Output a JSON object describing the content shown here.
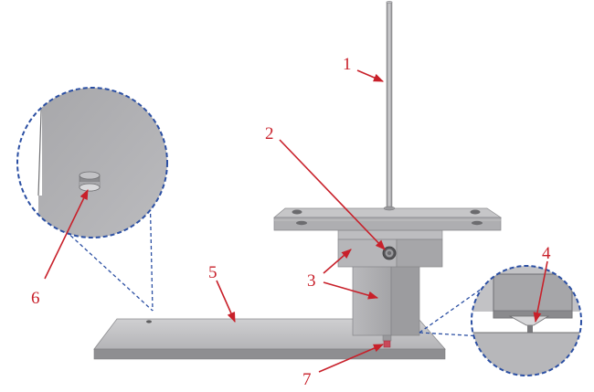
{
  "labels": {
    "rod": "1",
    "screw": "2",
    "block": "3",
    "tip_detail": "4",
    "base_plate": "5",
    "pin": "6",
    "probe_tip": "7"
  },
  "colors": {
    "annotation": "#c8202a",
    "zoom_outline": "#2b4fa3",
    "metal_light": "#c9c9cb",
    "metal_mid": "#a9a9ac",
    "metal_dark": "#7d7d80"
  }
}
